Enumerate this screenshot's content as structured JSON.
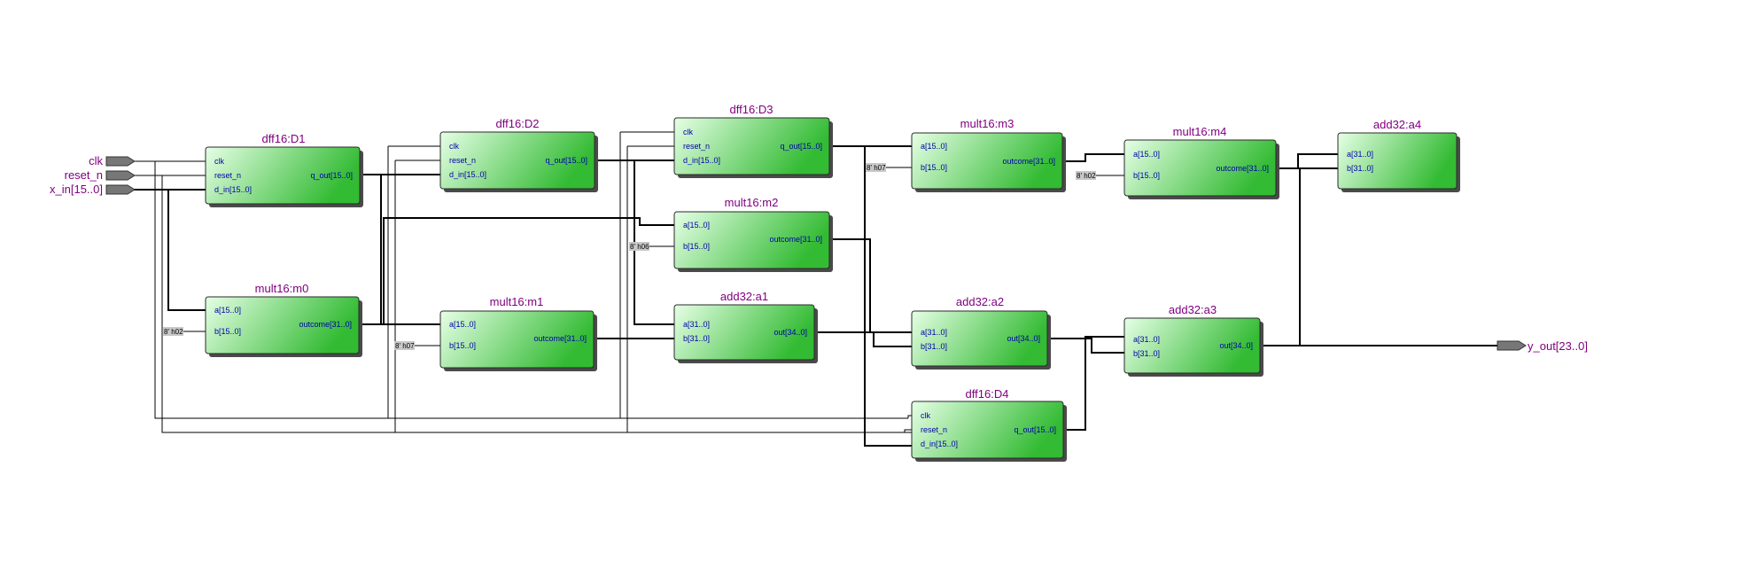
{
  "inputs": [
    {
      "id": "in-clk",
      "label": "clk"
    },
    {
      "id": "in-reset",
      "label": "reset_n"
    },
    {
      "id": "in-x",
      "label": "x_in[15..0]"
    }
  ],
  "output": {
    "id": "out-y",
    "label": "y_out[23..0]"
  },
  "blocks": [
    {
      "id": "D1",
      "title": "dff16:D1",
      "ports": [
        "clk",
        "reset_n",
        "d_in[15..0]"
      ],
      "out": "q_out[15..0]"
    },
    {
      "id": "D2",
      "title": "dff16:D2",
      "ports": [
        "clk",
        "reset_n",
        "d_in[15..0]"
      ],
      "out": "q_out[15..0]"
    },
    {
      "id": "D3",
      "title": "dff16:D3",
      "ports": [
        "clk",
        "reset_n",
        "d_in[15..0]"
      ],
      "out": "q_out[15..0]"
    },
    {
      "id": "D4",
      "title": "dff16:D4",
      "ports": [
        "clk",
        "reset_n",
        "d_in[15..0]"
      ],
      "out": "q_out[15..0]"
    },
    {
      "id": "m0",
      "title": "mult16:m0",
      "ports": [
        "a[15..0]",
        "b[15..0]"
      ],
      "out": "outcome[31..0]"
    },
    {
      "id": "m1",
      "title": "mult16:m1",
      "ports": [
        "a[15..0]",
        "b[15..0]"
      ],
      "out": "outcome[31..0]"
    },
    {
      "id": "m2",
      "title": "mult16:m2",
      "ports": [
        "a[15..0]",
        "b[15..0]"
      ],
      "out": "outcome[31..0]"
    },
    {
      "id": "m3",
      "title": "mult16:m3",
      "ports": [
        "a[15..0]",
        "b[15..0]"
      ],
      "out": "outcome[31..0]"
    },
    {
      "id": "m4",
      "title": "mult16:m4",
      "ports": [
        "a[15..0]",
        "b[15..0]"
      ],
      "out": "outcome[31..0]"
    },
    {
      "id": "a1",
      "title": "add32:a1",
      "ports": [
        "a[31..0]",
        "b[31..0]"
      ],
      "out": "out[34..0]"
    },
    {
      "id": "a2",
      "title": "add32:a2",
      "ports": [
        "a[31..0]",
        "b[31..0]"
      ],
      "out": "out[34..0]"
    },
    {
      "id": "a3",
      "title": "add32:a3",
      "ports": [
        "a[31..0]",
        "b[31..0]"
      ],
      "out": "out[34..0]"
    },
    {
      "id": "a4",
      "title": "add32:a4",
      "ports": [
        "a[31..0]",
        "b[31..0]"
      ],
      "out": ""
    }
  ],
  "constants": [
    {
      "id": "c-m0",
      "label": "8' h02"
    },
    {
      "id": "c-m1",
      "label": "8' h07"
    },
    {
      "id": "c-m2",
      "label": "8' h06"
    },
    {
      "id": "c-m3",
      "label": "8' h07"
    },
    {
      "id": "c-m4",
      "label": "8' h02"
    }
  ],
  "colors": {
    "block_light": "#e6ffe6",
    "block_dark": "#33bb33",
    "text_title": "#800080",
    "text_port": "#0000aa"
  }
}
